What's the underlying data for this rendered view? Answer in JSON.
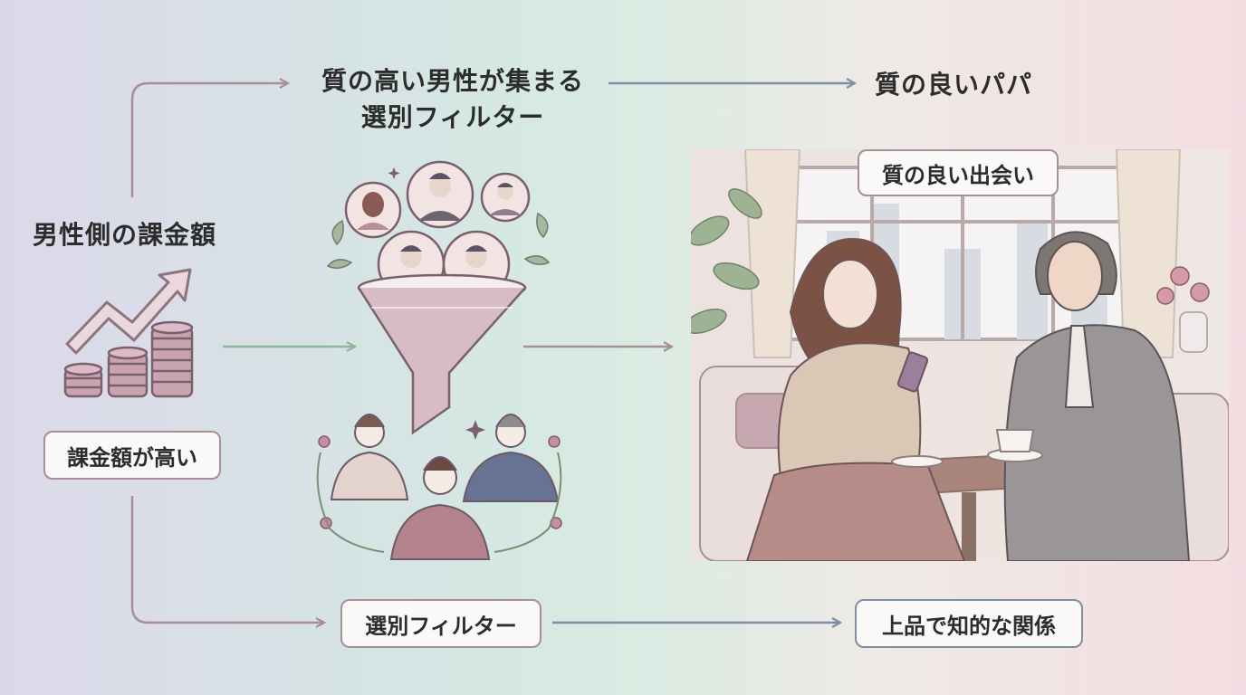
{
  "labels": {
    "left_title": "男性側の課金額",
    "high_charge": "課金額が高い",
    "top_filter": "質の高い男性が集まる\n選別フィルター",
    "top_result": "質の良いパパ",
    "meeting": "質の良い出会い",
    "bottom_filter": "選別フィルター",
    "bottom_result": "上品で知的な関係"
  },
  "colors": {
    "mauve": "#a88e98",
    "blue_gray": "#7f8ea6",
    "green": "#8fb59c"
  }
}
